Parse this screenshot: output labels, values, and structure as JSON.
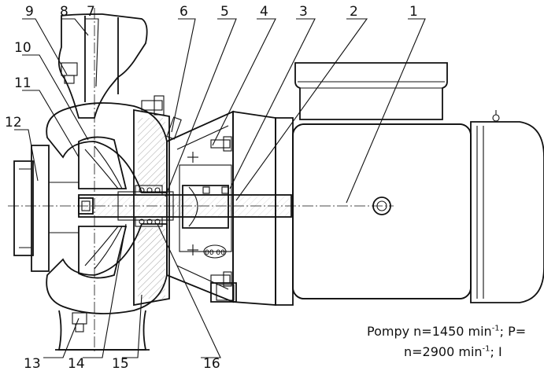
{
  "diagram": {
    "part_labels": [
      "1",
      "2",
      "3",
      "4",
      "5",
      "6",
      "7",
      "8",
      "9",
      "10",
      "11",
      "12",
      "13",
      "14",
      "15",
      "16"
    ],
    "stamp_text": "00 00",
    "caption": {
      "line1_prefix": "Pompy n=1450 min",
      "line1_sup": "-1",
      "line1_suffix": "; P=",
      "line2_prefix": "n=2900 min",
      "line2_sup": "-1",
      "line2_suffix": "; I"
    }
  }
}
